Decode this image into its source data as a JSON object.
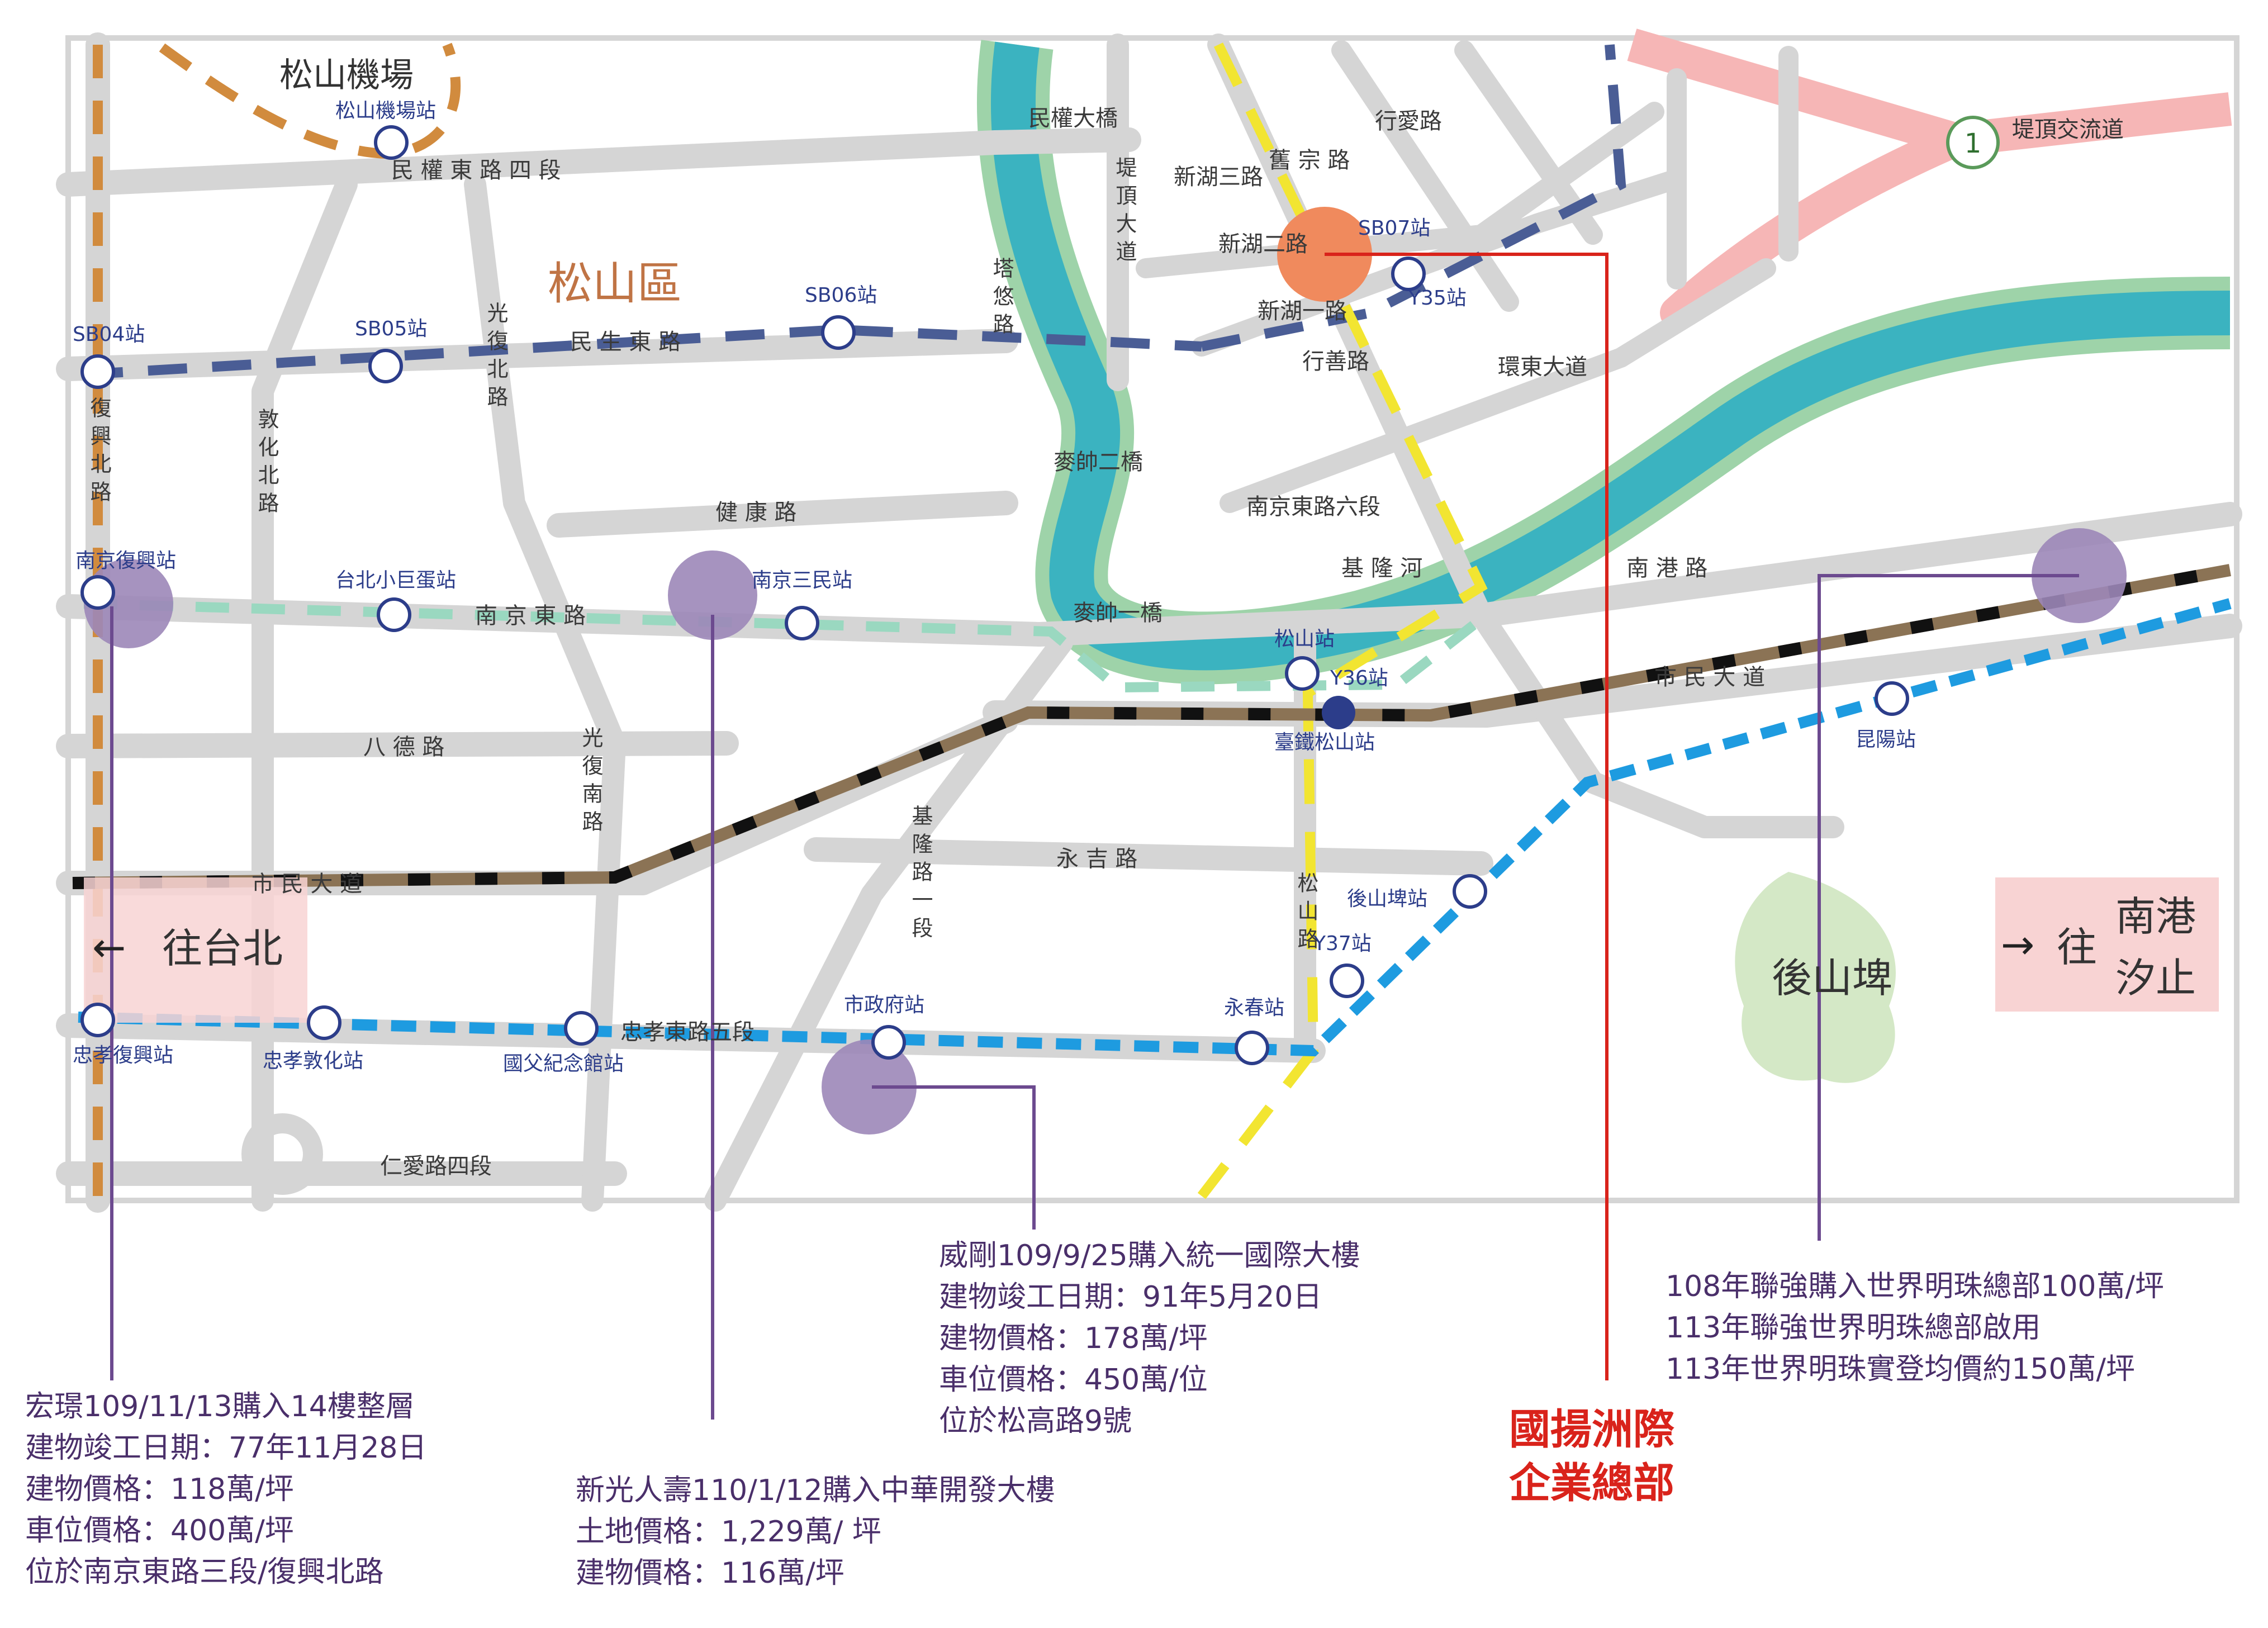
{
  "colors": {
    "road": "#d5d5d5",
    "river": "#3bb3c0",
    "river_bank": "#9ed3a9",
    "highway": "#f6b6b6",
    "brown_line": "#d18b3e",
    "blue_line": "#4a5d95",
    "green_line": "#9ad8c0",
    "blue_dash_line": "#1e9be0",
    "yellow_line": "#f2e531",
    "rail_line": "#8b7355",
    "purple_marker": "#9c87b8",
    "hq_marker": "#f08a5d",
    "hq_text": "#d9231b",
    "note_text": "#4a2f6a"
  },
  "areas": {
    "airport": "松山機場",
    "district": "松山區",
    "houshanpi": "後山埤",
    "to_taipei": "往台北",
    "to_nangang_wang": "往",
    "to_nangang_1": "南港",
    "to_nangang_2": "汐止",
    "interchange": "堤頂交流道",
    "highway_no": "1"
  },
  "roads": {
    "minquan": "民 權 東 路 四 段",
    "minsheng": "民 生 東 路",
    "nanjing": "南 京 東 路",
    "bade": "八 德 路",
    "civic": "市 民 大 道",
    "civic_east": "市 民 大 道",
    "zhongxiao": "忠孝東路五段",
    "renai": "仁愛路四段",
    "jiankang": "健 康 路",
    "yongji": "永 吉 路",
    "nangang": "南 港 路",
    "fuxing_n": "復 興 北 路",
    "dunhua_n": "敦 化 北 路",
    "guangfu_n": "光 復 北 路",
    "guangfu_s": "光 復 南 路",
    "keelung_1": "基 隆 路 一 段",
    "songshan_rd": "松 山 路",
    "tayou": "塔 悠 路",
    "diding": "堤 頂 大 道",
    "xinhu3": "新湖三路",
    "xinhu2": "新湖二路",
    "xinhu1": "新湖一路",
    "jiuzong": "舊 宗 路",
    "xingai": "行愛路",
    "xingshan": "行善路",
    "huandong": "環東大道",
    "nanjing6": "南京東路六段",
    "keelung_river": "基 隆 河",
    "minquan_bridge": "民權大橋",
    "maishuai_bridge": "麥帥一橋",
    "maishuai2": "麥帥二橋"
  },
  "stations": {
    "airport": "松山機場站",
    "sb04": "SB04站",
    "sb05": "SB05站",
    "sb06": "SB06站",
    "sb07": "SB07站",
    "y35": "Y35站",
    "nanjing_fuxing": "南京復興站",
    "little_egg": "台北小巨蛋站",
    "nanjing_sanmin": "南京三民站",
    "songshan": "松山站",
    "y36": "Y36站",
    "tra_songshan": "臺鐵松山站",
    "houshanpi": "後山埤站",
    "y37": "Y37站",
    "kunyang": "昆陽站",
    "zhongxiao_fuxing": "忠孝復興站",
    "zhongxiao_dunhua": "忠孝敦化站",
    "sun_yat_sen": "國父紀念館站",
    "city_hall": "市政府站",
    "yongchun": "永春站"
  },
  "notes": {
    "honghuan": [
      "宏璟109/11/13購入14樓整層",
      "建物竣工日期：77年11月28日",
      "建物價格：118萬/坪",
      "車位價格：400萬/坪",
      "位於南京東路三段/復興北路"
    ],
    "shinkong": [
      "新光人壽110/1/12購入中華開發大樓",
      "土地價格：1,229萬/ 坪",
      "建物價格：116萬/坪"
    ],
    "weigang": [
      "威剛109/9/25購入統一國際大樓",
      "建物竣工日期：91年5月20日",
      "建物價格：178萬/坪",
      "車位價格：450萬/位",
      "位於松高路9號"
    ],
    "lianqiang": [
      "108年聯強購入世界明珠總部100萬/坪",
      "113年聯強世界明珠總部啟用",
      "113年世界明珠實登均價約150萬/坪"
    ],
    "hq": [
      "國揚洲際",
      "企業總部"
    ]
  }
}
